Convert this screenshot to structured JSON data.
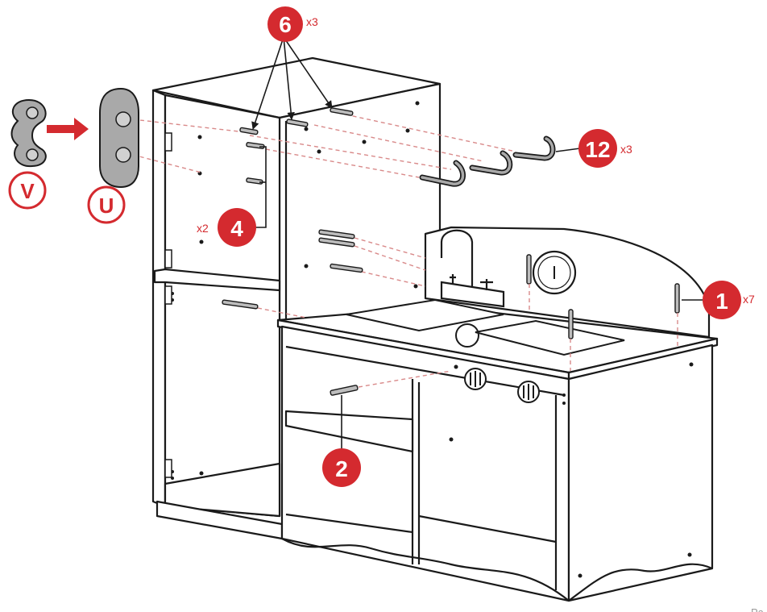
{
  "colors": {
    "accent": "#d42a2f",
    "line": "#1a1a1a",
    "part_fill": "#a9a9a9",
    "dash": "#d98a8a"
  },
  "callouts": {
    "screw_6": {
      "label": "6",
      "qty": "x3"
    },
    "hook_12": {
      "label": "12",
      "qty": "x3"
    },
    "screw_4": {
      "label": "4",
      "qty": "x2"
    },
    "screw_1": {
      "label": "1",
      "qty": "x7"
    },
    "screw_2": {
      "label": "2"
    }
  },
  "parts": {
    "part_v": {
      "label": "V"
    },
    "part_u": {
      "label": "U"
    }
  },
  "page_label": "Pa"
}
